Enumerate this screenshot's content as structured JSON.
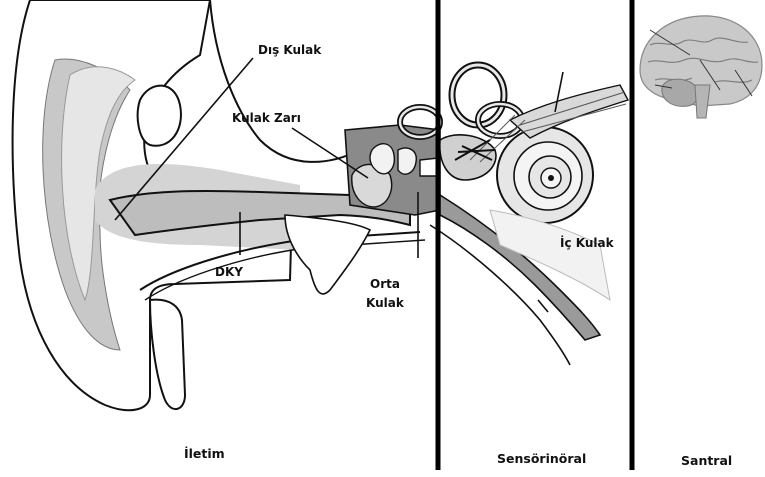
{
  "labels": {
    "outer_ear": "Dış Kulak",
    "eardrum": "Kulak Zarı",
    "ear_canal": "DKY",
    "middle_ear_line1": "Orta",
    "middle_ear_line2": "Kulak",
    "inner_ear": "İç Kulak"
  },
  "sections": {
    "conductive": "İletim",
    "sensorineural": "Sensörinöral",
    "central": "Santral"
  },
  "colors": {
    "outline": "#111111",
    "tissue_light": "#e9e9e9",
    "tissue_mid": "#c8c8c8",
    "tissue_dark": "#8a8a8a",
    "background": "#ffffff"
  }
}
